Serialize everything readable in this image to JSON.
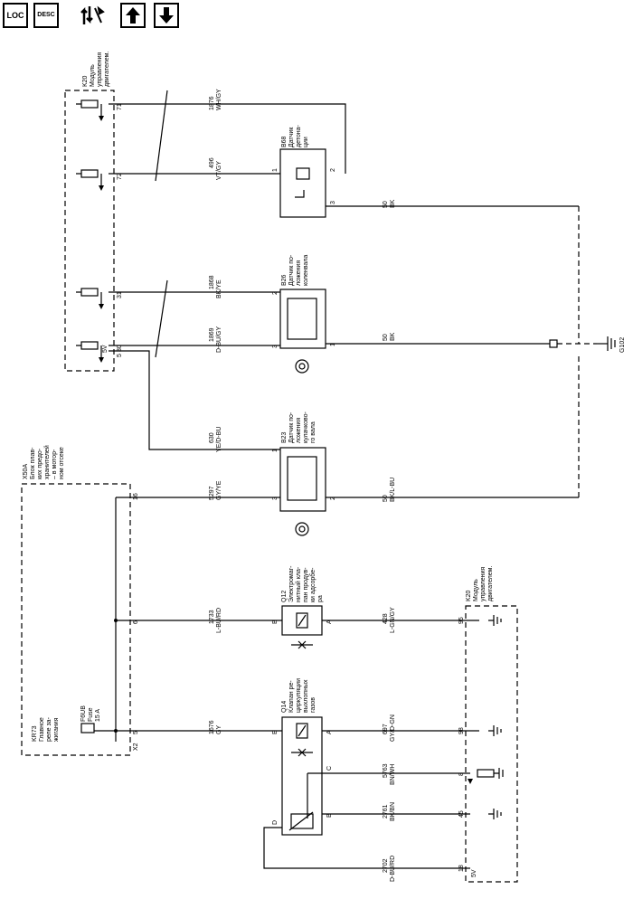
{
  "toolbar": {
    "loc_button": "LOC",
    "desc_button": "DESC",
    "icons": [
      "location-icon",
      "description-icon",
      "tools-icon",
      "arrow-up-icon",
      "arrow-down-icon"
    ]
  },
  "modules": {
    "k20_top": {
      "id": "K20",
      "line1": "Модуль",
      "line2": "управления",
      "line3": "двигателем."
    },
    "k20_bottom": {
      "id": "K20",
      "line1": "Модуль",
      "line2": "управления",
      "line3": "двигателем."
    },
    "x50a": {
      "id": "X50A",
      "line1": "Блок плав-",
      "line2": "ких предо-",
      "line3": "хранителей",
      "line4": "– в мотор-",
      "line5": "ном отсеке"
    },
    "kr73": {
      "id": "KR73",
      "line1": "Главное",
      "line2": "реле за-",
      "line3": "жигания"
    },
    "fuse": {
      "id": "F6UB",
      "line1": "Fuse",
      "line2": "15 A"
    }
  },
  "components": {
    "b68": {
      "id": "B68",
      "line1": "Датчик",
      "line2": "детона-",
      "line3": "ции"
    },
    "b26": {
      "id": "B26",
      "line1": "Датчик по-",
      "line2": "ложения",
      "line3": "коленвала"
    },
    "b23": {
      "id": "B23",
      "line1": "Датчик по-",
      "line2": "ложения",
      "line3": "кулачково-",
      "line4": "го вала"
    },
    "q12": {
      "id": "Q12",
      "line1": "Электромаг-",
      "line2": "нитный кла-",
      "line3": "пан продув-",
      "line4": "ки адсорбе-",
      "line5": "ра"
    },
    "q14": {
      "id": "Q14",
      "line1": "Клапан ре-",
      "line2": "циркуляции",
      "line3": "выхлопных",
      "line4": "газов"
    }
  },
  "pins": {
    "k20_71": "71",
    "k20_72": "72",
    "k20_31": "31",
    "k20_30": "30",
    "k20_5": "5",
    "k20_95": "95",
    "k20_98": "98",
    "k20_8": "8",
    "k20_45": "45",
    "k20_18": "18",
    "x50a_16": "16",
    "x50a_6": "6",
    "x50a_5": "5",
    "x2": "X2",
    "b68_1": "1",
    "b68_2": "2",
    "b68_3": "3",
    "b26_2": "2",
    "b26_3": "3",
    "b26_1": "1",
    "b23_1": "1",
    "b23_3": "3",
    "b23_2": "2",
    "q12_b": "B",
    "q12_a": "A",
    "q14_e": "E",
    "q14_a": "A",
    "q14_c": "C",
    "q14_b": "B",
    "q14_d": "D",
    "v5_top": "5V",
    "v5_bottom": "5V"
  },
  "wires": {
    "w1876": {
      "num": "1876",
      "color": "WH/GY"
    },
    "w496": {
      "num": "496",
      "color": "VT/GY"
    },
    "w50a": {
      "num": "50",
      "color": "BK"
    },
    "w1868": {
      "num": "1868",
      "color": "BK/YE"
    },
    "w1869": {
      "num": "1869",
      "color": "D-BU/GY"
    },
    "w50b": {
      "num": "50",
      "color": "BK"
    },
    "w630": {
      "num": "630",
      "color": "YE/D-BU"
    },
    "w5297": {
      "num": "5297",
      "color": "GY/YE"
    },
    "w50c": {
      "num": "50",
      "color": "BK/L-BU"
    },
    "w1733": {
      "num": "1733",
      "color": "L-BU/RD"
    },
    "w428": {
      "num": "428",
      "color": "L-GN/GY"
    },
    "w1676": {
      "num": "1676",
      "color": "GY"
    },
    "w697": {
      "num": "697",
      "color": "GY/D-GN"
    },
    "w5763": {
      "num": "5763",
      "color": "BN/WH"
    },
    "w2761": {
      "num": "2761",
      "color": "BK/BN"
    },
    "w2702": {
      "num": "2702",
      "color": "D-BU/RD"
    }
  },
  "ground": {
    "label": "G102"
  }
}
